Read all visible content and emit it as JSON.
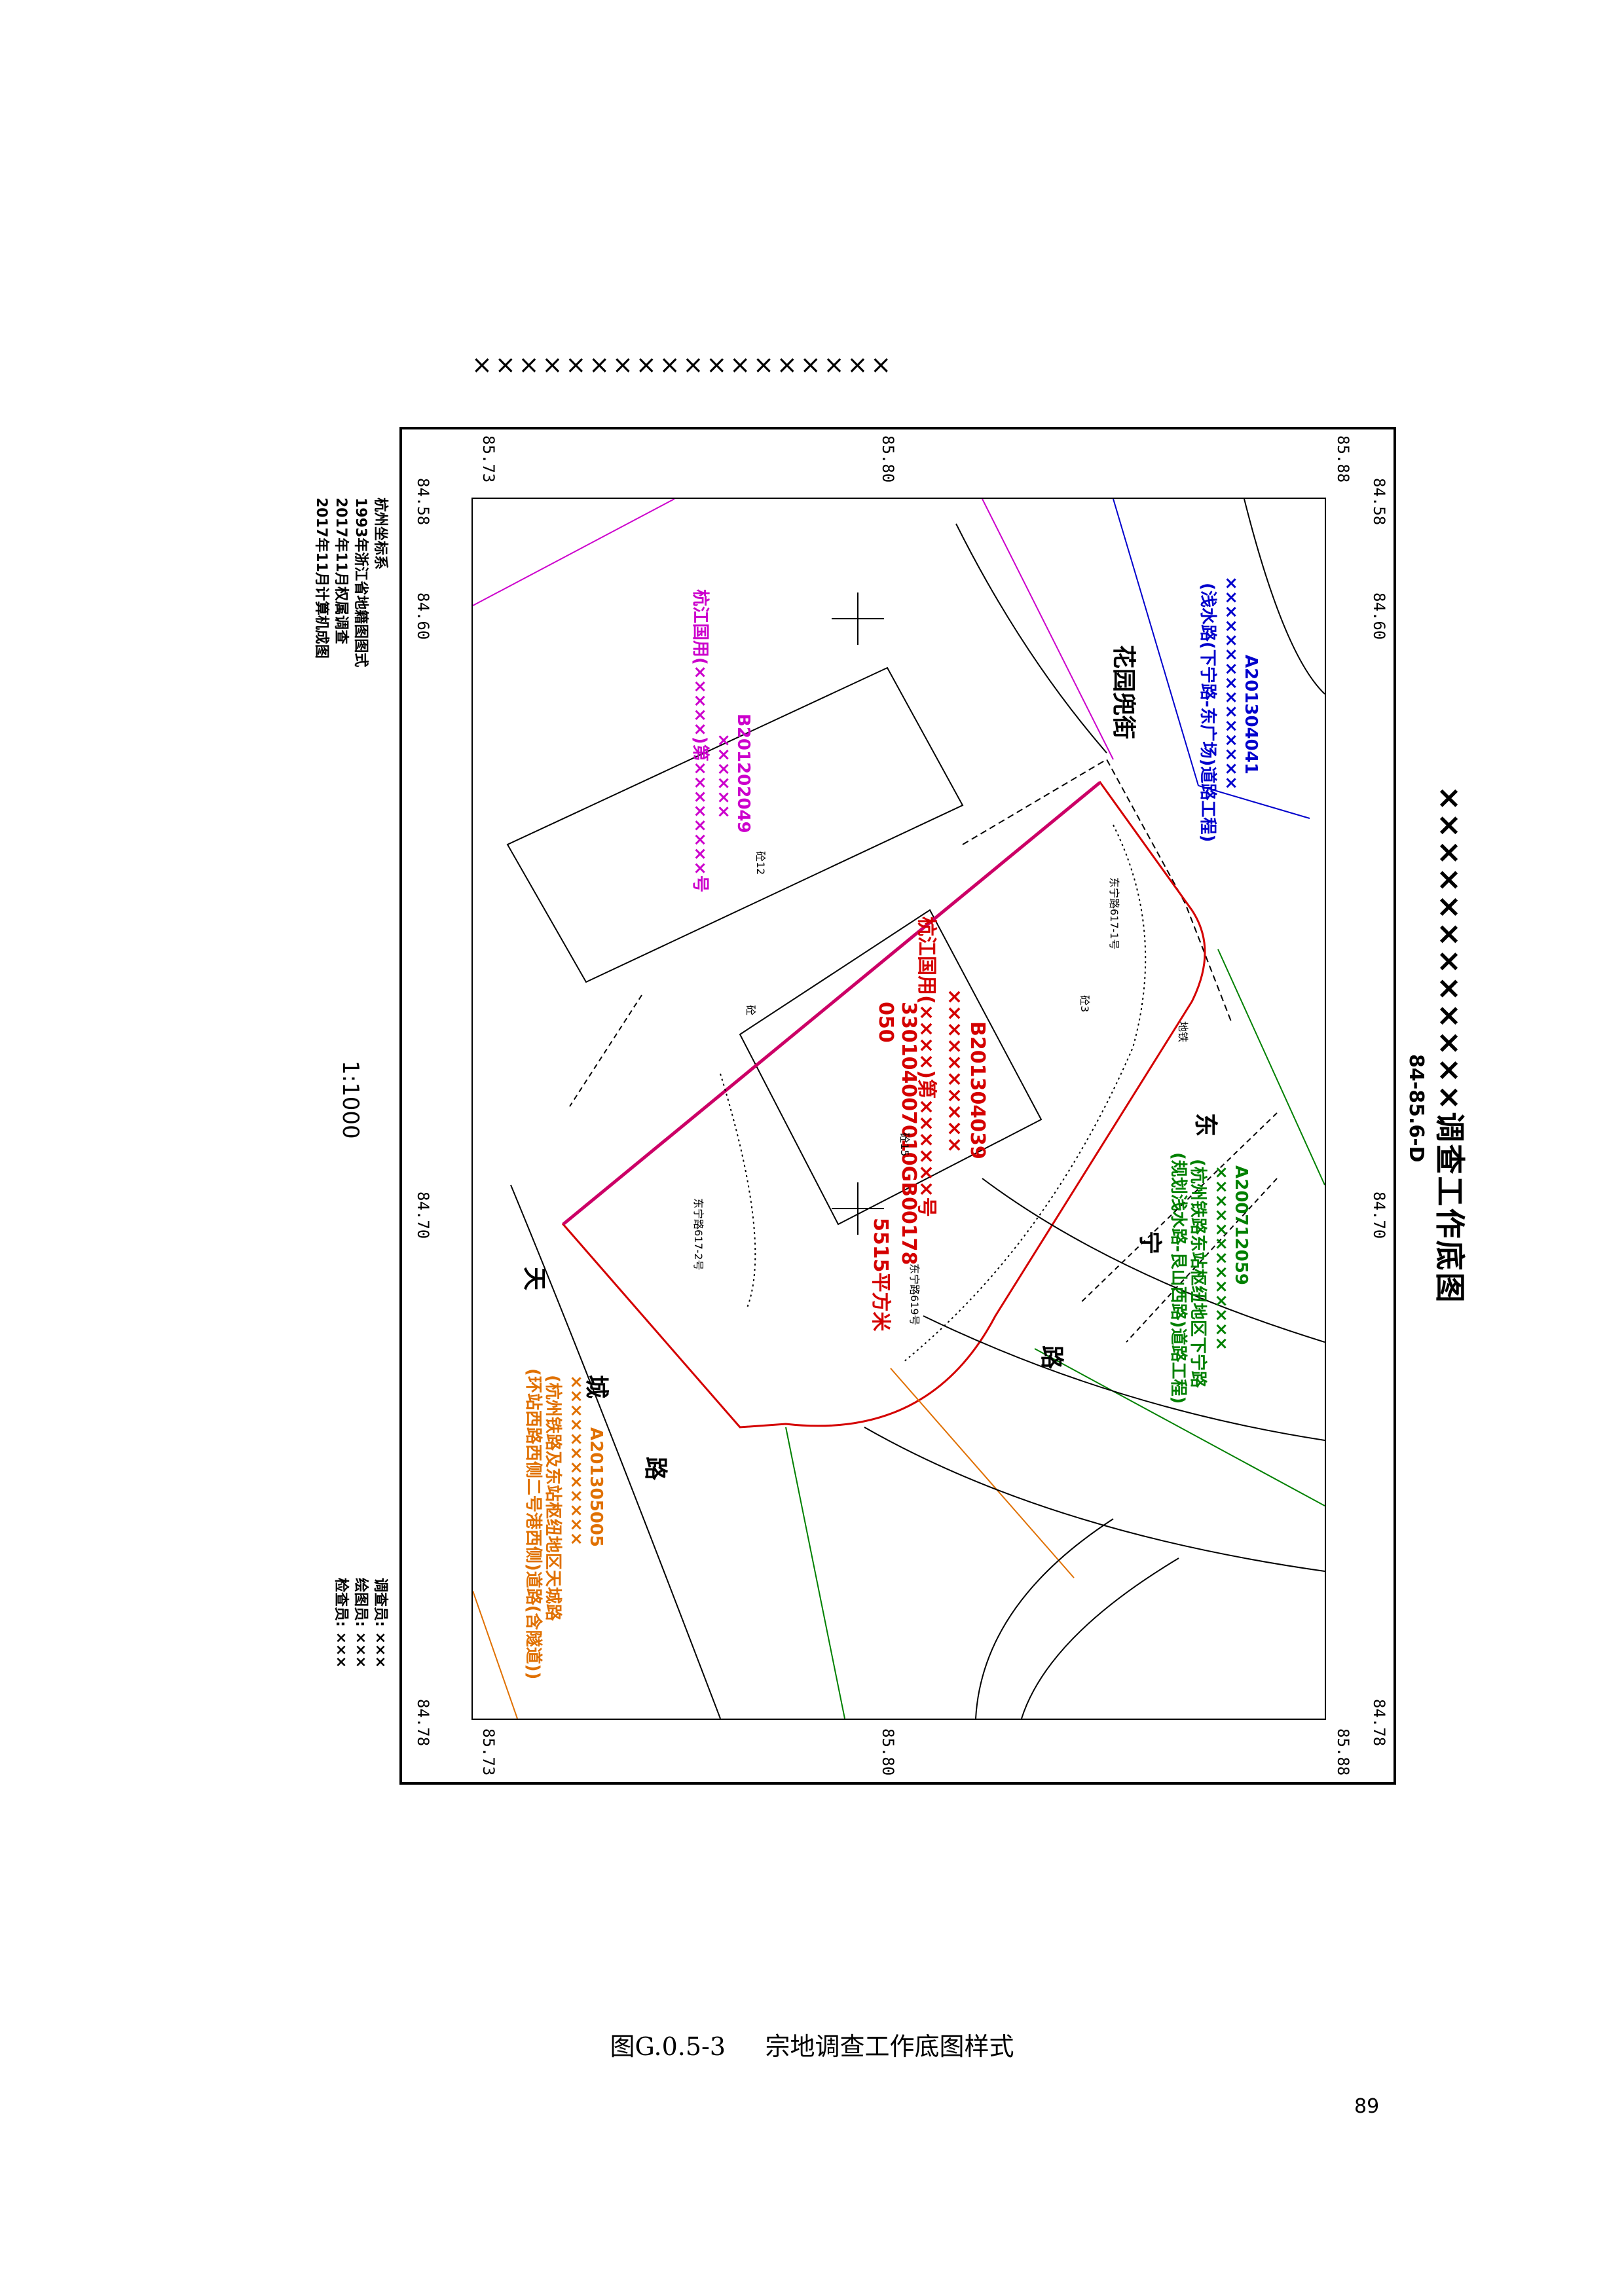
{
  "header": {
    "mask": "××××××××××××××××××"
  },
  "map": {
    "title": "××××××××××××调查工作底图",
    "sheet_no": "84-85.6-D",
    "scale": "1:1000",
    "coords": {
      "left_top": "84.58",
      "left_60": "84.60",
      "left_70": "84.70",
      "left_bottom": "84.78",
      "top_left": "85.73",
      "top_mid": "85.80",
      "top_right": "85.88",
      "right_top": "84.58",
      "right_60": "84.60",
      "right_70": "84.70",
      "right_bottom": "84.78",
      "bottom_left": "85.73",
      "bottom_mid": "85.80",
      "bottom_right": "85.88"
    },
    "info_left": [
      "杭州坐标系",
      "1993年浙江省地籍图图式",
      "2017年11月权属调查",
      "2017年11月计算机成图"
    ],
    "staff": [
      {
        "role": "调查员:",
        "name": "×××"
      },
      {
        "role": "绘图员:",
        "name": "×××"
      },
      {
        "role": "检查员:",
        "name": "×××"
      }
    ],
    "parcels": {
      "main": {
        "no": "B201304039",
        "mask": "××××××××××",
        "cert": "杭江国用(××××)第××××××号",
        "code": "330104007010GB00178",
        "code2": "050",
        "area": "5515平方米",
        "color": "#d40000"
      },
      "magenta": {
        "no": "B201202049",
        "mask": "××××××",
        "cert": "杭江国用(×××××)第××××××××号",
        "color": "#cc00cc"
      },
      "blue": {
        "no": "A201304041",
        "mask": "×××××××××××××××",
        "desc": "(浅水路(下宁路-东广场)道路工程)",
        "color": "#0000cc"
      },
      "green": {
        "no": "A200712059",
        "mask": "×××××××××××××",
        "desc1": "(杭州铁路东站枢纽地区下宁路",
        "desc2": "(规划浅水路-艮山西路)道路工程)",
        "color": "#008000"
      },
      "orange": {
        "no": "A201305005",
        "mask": "××××××××××××",
        "desc1": "(杭州铁路及东站枢纽地区天城路",
        "desc2": "(环站西路西侧二号港西侧)道路(含隧道))",
        "color": "#e07000"
      }
    },
    "streets": {
      "huayuan": "花园兜街",
      "dong": "东",
      "ning": "宁",
      "lu1": "路",
      "tian": "天",
      "cheng": "城",
      "lu2": "路"
    },
    "small_labels": {
      "bld12": "砼12",
      "bld3": "砼3",
      "bld15": "砼15",
      "addr1": "东宁路617-1号",
      "addr2": "东宁路617-2号",
      "addr3": "东宁路619号",
      "road1": "地铁",
      "road2": "砼"
    }
  },
  "caption": {
    "fig": "图G.0.5-3",
    "text": "宗地调查工作底图样式"
  },
  "page_number": "89"
}
